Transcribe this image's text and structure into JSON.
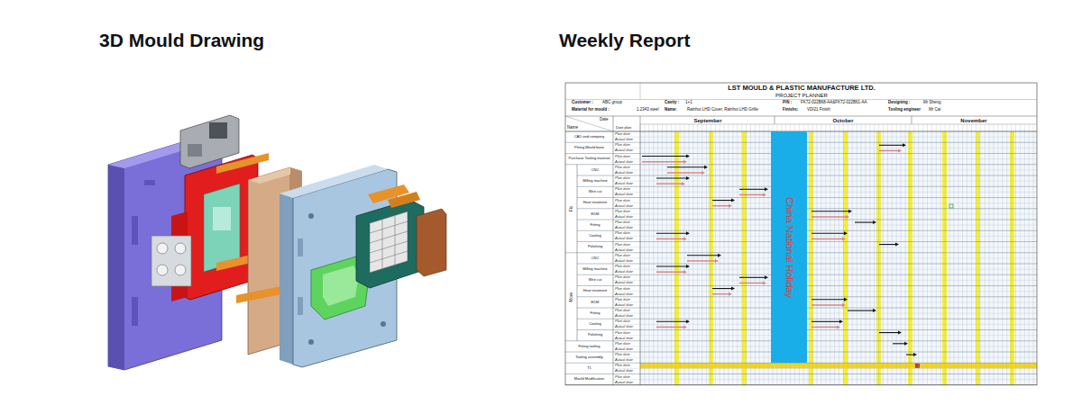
{
  "diagram": {
    "nodes": [
      {
        "text": [
          "China National Holiday"
        ]
      }
    ],
    "labels": [
      "3D Mould Drawing",
      "Weekly Report",
      "LST MOULD & PLASTIC MANUFACTURE LTD.",
      "PROJECT PLANNER",
      "Customer :",
      "ABC group",
      "Cavity :",
      "1+1",
      "P/N :",
      "FK72-022B68-AA&FK72-022B61-AA",
      "Designing :",
      "Mr Sheng",
      "Material for mould :",
      "1.2343 steel",
      "Name:",
      "Rainhut LHD Cover, Rainhut LHD Grille",
      "Finishs:",
      "VDI21 Finish",
      "Tooling engineer",
      "Mr Cai",
      "Name",
      "Date",
      "Date plan",
      "September",
      "October",
      "November",
      "CAD and company",
      "Plan date",
      "Actual date",
      "Pitting Mould base",
      "Plan date",
      "Actual date",
      "Purchase Tooling material",
      "Plan date",
      "Actual date",
      "CNC",
      "Plan date",
      "Actual date",
      "Milling machine",
      "Plan date",
      "Actual date",
      "Wire cut",
      "Plan date",
      "Actual date",
      "Heat treatment",
      "Plan date",
      "Actual date",
      "EDM",
      "Plan date",
      "Actual date",
      "Fitting",
      "Plan date",
      "Actual date",
      "Cooling",
      "Plan date",
      "Actual date",
      "Polishing",
      "Plan date",
      "Actual date",
      "CNC",
      "Plan date",
      "Actual date",
      "Milling machine",
      "Plan date",
      "Actual date",
      "Wire cut",
      "Plan date",
      "Actual date",
      "Heat treatment",
      "Plan date",
      "Actual date",
      "EDM",
      "Plan date",
      "Actual date",
      "Fitting",
      "Plan date",
      "Actual date",
      "Cooling",
      "Plan date",
      "Actual date",
      "Polishing",
      "Plan date",
      "Actual date",
      "Fitting tooling",
      "Plan date",
      "Actual date",
      "Tooling assembly",
      "Plan date",
      "Actual date",
      "T1",
      "Plan date",
      "Actual date",
      "Mould Modification",
      "Plan date",
      "Actual date",
      "Fix",
      "Move"
    ]
  }
}
